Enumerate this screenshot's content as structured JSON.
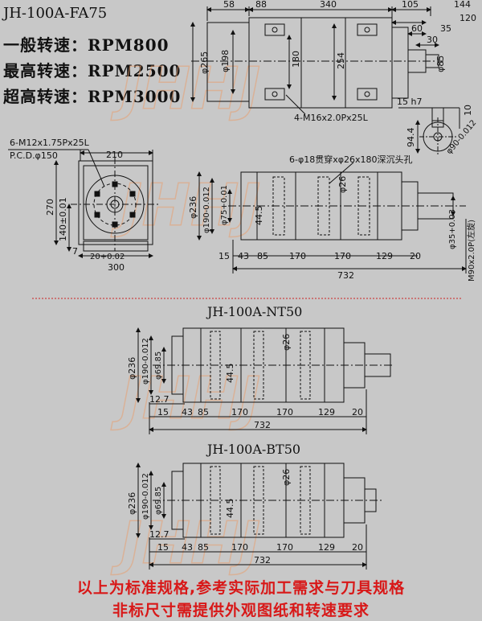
{
  "header": {
    "model": "JH-100A-FA75",
    "spec_lines": [
      "一般转速：RPM800",
      "最高转速：RPM2500",
      "超高转速：RPM3000"
    ]
  },
  "section_titles": {
    "nt": "JH-100A-NT50",
    "bt": "JH-100A-BT50"
  },
  "watermark_text": "JHHJ",
  "top_view": {
    "dims": [
      "58",
      "88",
      "340",
      "105",
      "144",
      "120",
      "60",
      "35",
      "30",
      "φ265",
      "φ198",
      "180",
      "254",
      "φ85"
    ],
    "callout": "4-M16x2.0Px25L"
  },
  "key_view": {
    "dims": [
      "15 h7",
      "10",
      "94.4",
      "φ90-0.012"
    ]
  },
  "end_view": {
    "callout_1": "6-M12x1.75Px25L",
    "callout_2": "P.C.D.φ150",
    "dims": [
      "210",
      "270",
      "140±0.01",
      "7",
      "20+0.02",
      "300"
    ]
  },
  "side_view": {
    "callout": "6-φ18贯穿xφ26x180深沉头孔",
    "dims": [
      "φ236",
      "φ190-0.012",
      "φ75+0.01",
      "44.5",
      "φ26",
      "φ35+0.03",
      "M90x2.0P(左旋)"
    ],
    "bottom_dims": [
      "15",
      "43",
      "85",
      "170",
      "170",
      "129",
      "20"
    ],
    "total": "732"
  },
  "nt_view": {
    "dims": [
      "φ236",
      "φ190-0.012",
      "φ69.85",
      "44.5",
      "φ26",
      "12.7"
    ],
    "bottom_dims": [
      "15",
      "43",
      "85",
      "170",
      "170",
      "129",
      "20"
    ],
    "total": "732"
  },
  "bt_view": {
    "dims": [
      "φ236",
      "φ190-0.012",
      "φ69.85",
      "44.5",
      "φ26",
      "12.7"
    ],
    "bottom_dims": [
      "15",
      "43",
      "85",
      "170",
      "170",
      "129",
      "20"
    ],
    "total": "732"
  },
  "footer_notes": [
    "以上为标准规格,参考实际加工需求与刀具规格",
    "非标尺寸需提供外观图纸和转速要求"
  ],
  "colors": {
    "background": "#c8c8c8",
    "note_red": "#d81818",
    "divider_red": "#cc2222",
    "watermark": "#e8a070"
  }
}
